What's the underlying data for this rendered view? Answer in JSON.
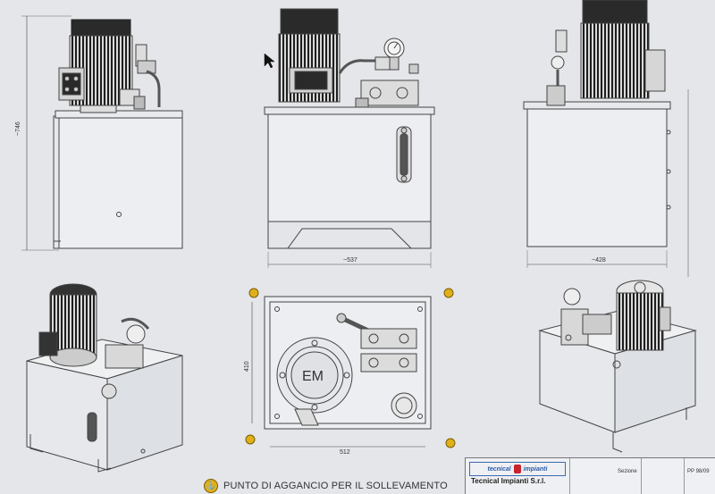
{
  "drawing": {
    "dimensions": {
      "front_height": "~746",
      "middle_width": "~537",
      "right_width": "~428",
      "plan_height": "410",
      "plan_width": "512"
    },
    "motor_label": "EM"
  },
  "notice": {
    "text": "PUNTO DI AGGANCIO PER IL SOLLEVAMENTO"
  },
  "title_block": {
    "logo_left": "tecnical",
    "logo_right": "impianti",
    "company": "Tecnical Impianti S.r.l.",
    "field_1_value": "Sezione",
    "field_2_value": "PP 98/09"
  }
}
